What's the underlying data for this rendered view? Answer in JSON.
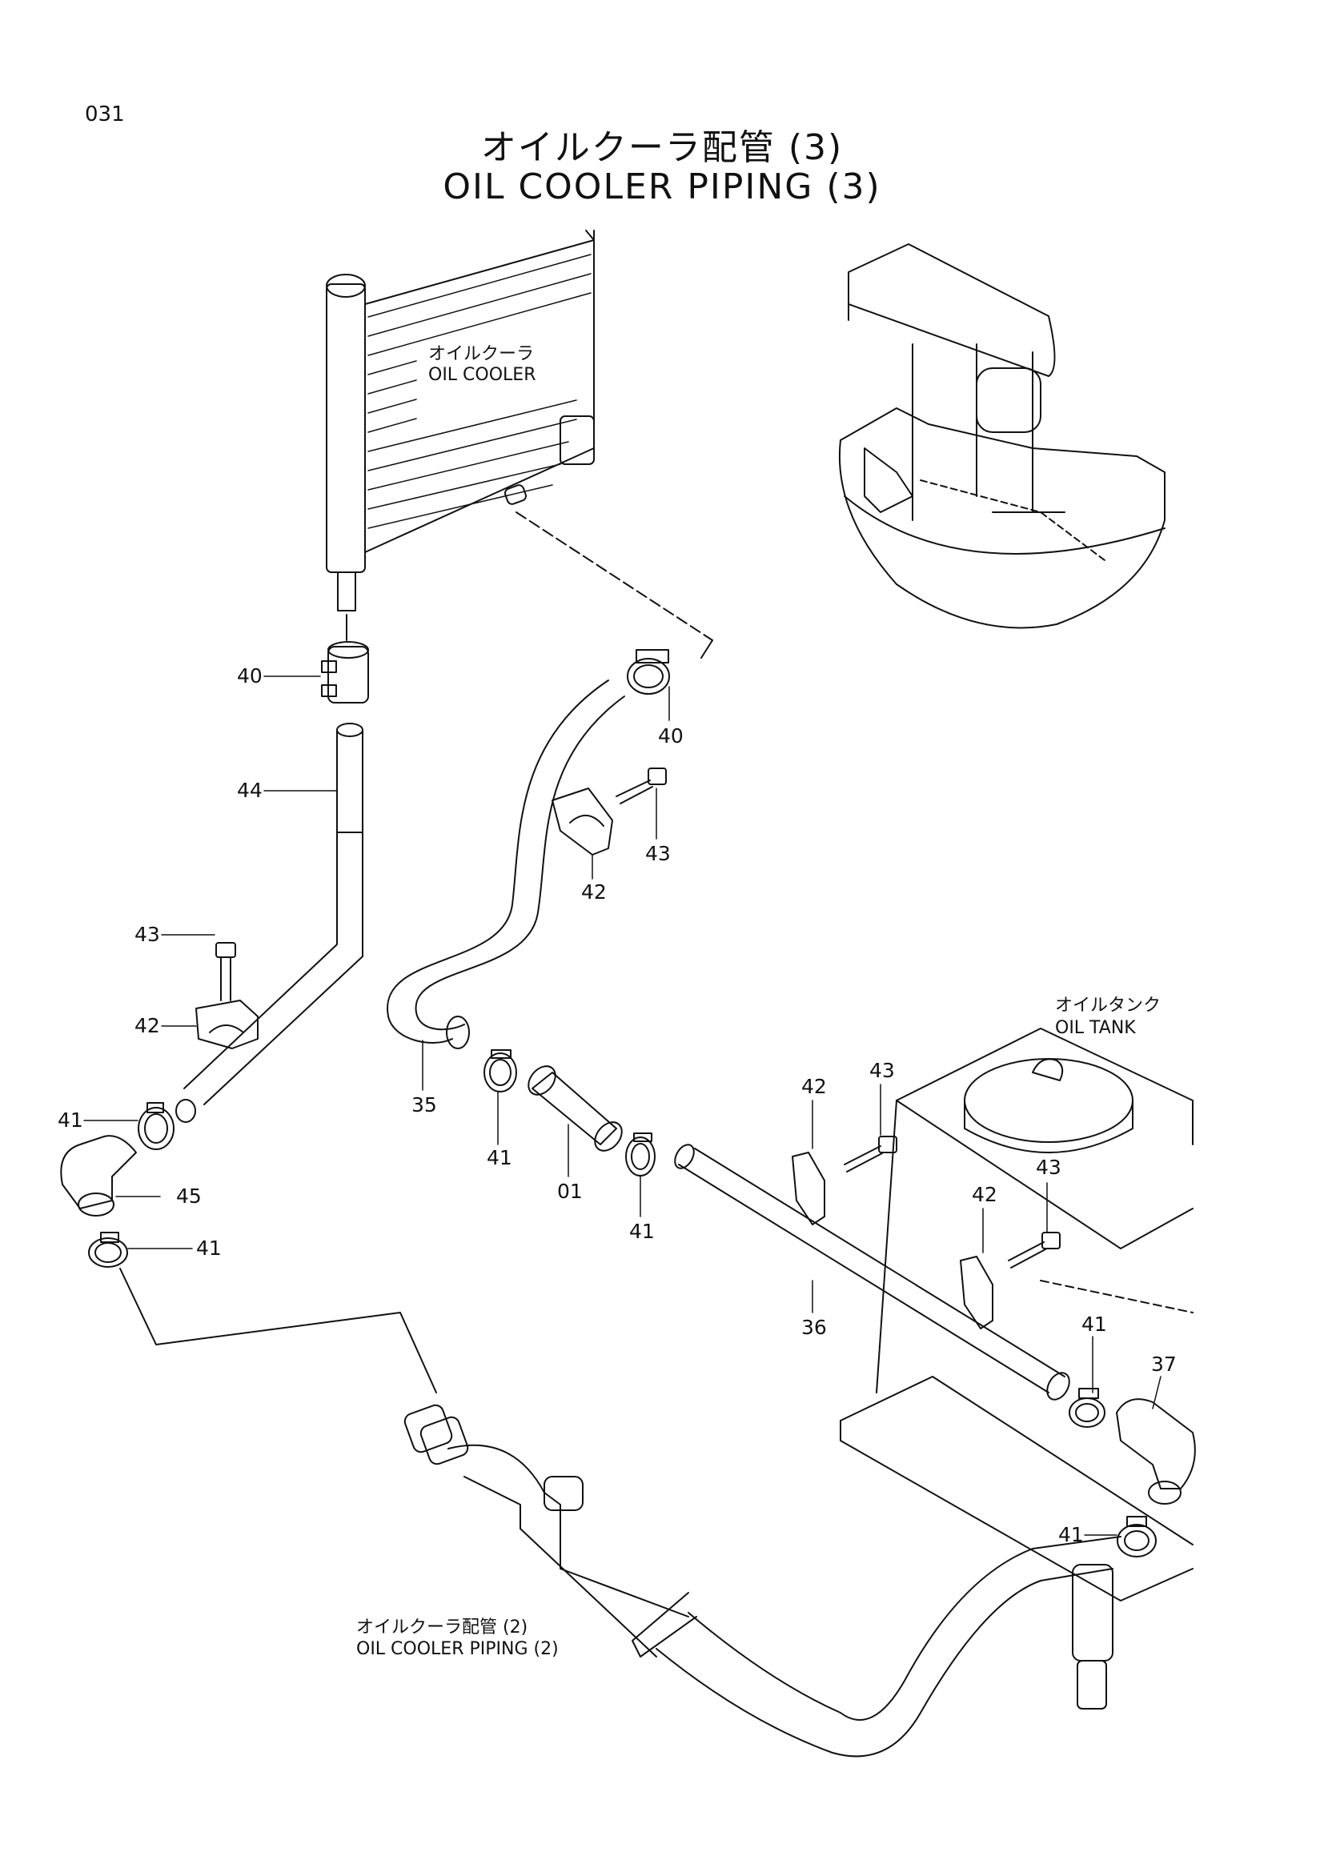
{
  "page": {
    "number": "031",
    "title_jp": "オイルクーラ配管 (3)",
    "title_en": "OIL COOLER PIPING (3)"
  },
  "labels": {
    "oil_cooler_jp": "オイルクーラ",
    "oil_cooler_en": "OIL COOLER",
    "oil_tank_jp": "オイルタンク",
    "oil_tank_en": "OIL TANK",
    "piping2_jp": "オイルクーラ配管 (2)",
    "piping2_en": "OIL COOLER PIPING (2)"
  },
  "callouts": [
    "40",
    "44",
    "43",
    "42",
    "41",
    "45",
    "41",
    "40",
    "43",
    "42",
    "35",
    "41",
    "01",
    "41",
    "36",
    "43",
    "42",
    "43",
    "42",
    "41",
    "37",
    "41"
  ]
}
